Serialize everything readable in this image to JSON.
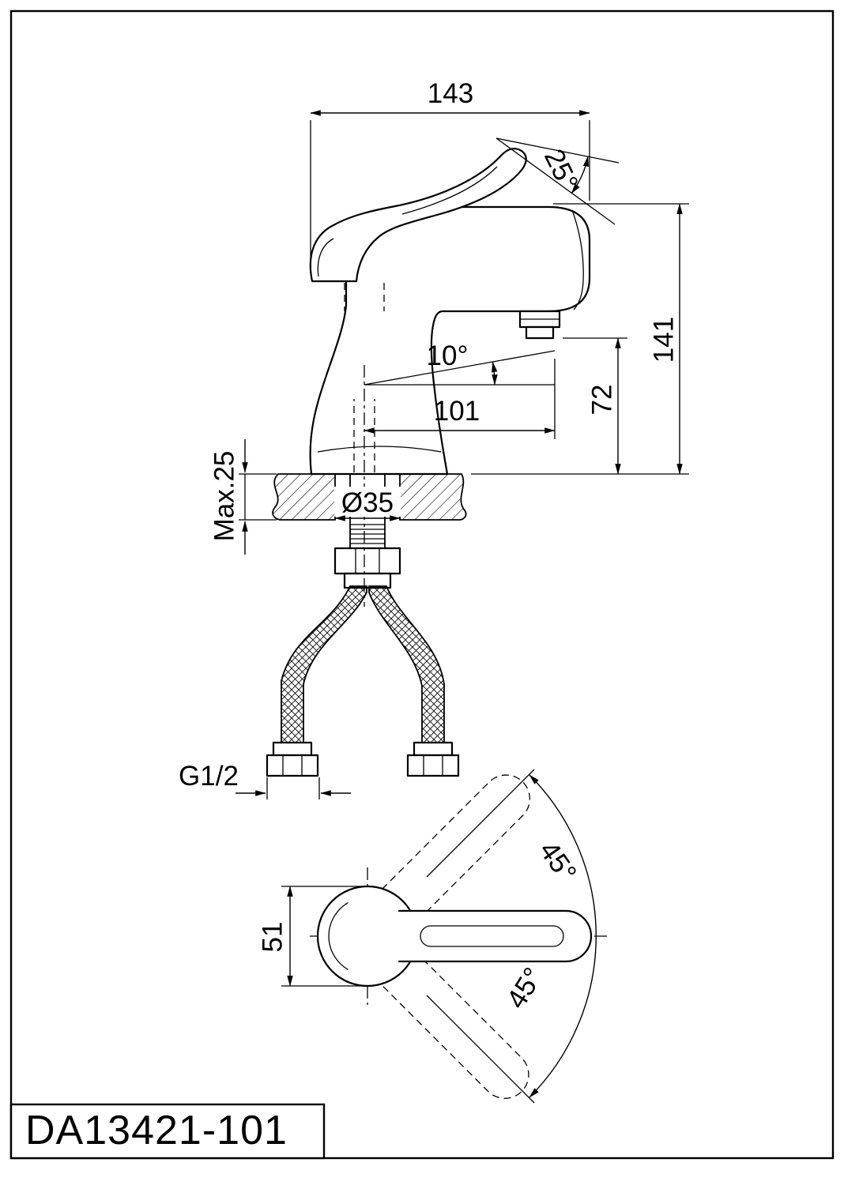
{
  "title_block": {
    "model": "DA13421-101"
  },
  "dims": {
    "width_top": "143",
    "handle_angle": "25°",
    "height_total": "141",
    "spout_height": "72",
    "spout_angle": "10°",
    "spout_reach": "101",
    "deck_max": "Max.25",
    "hole_dia": "Ø35",
    "thread": "G1/2",
    "body_width": "51",
    "swing_up": "45°",
    "swing_down": "45°"
  }
}
